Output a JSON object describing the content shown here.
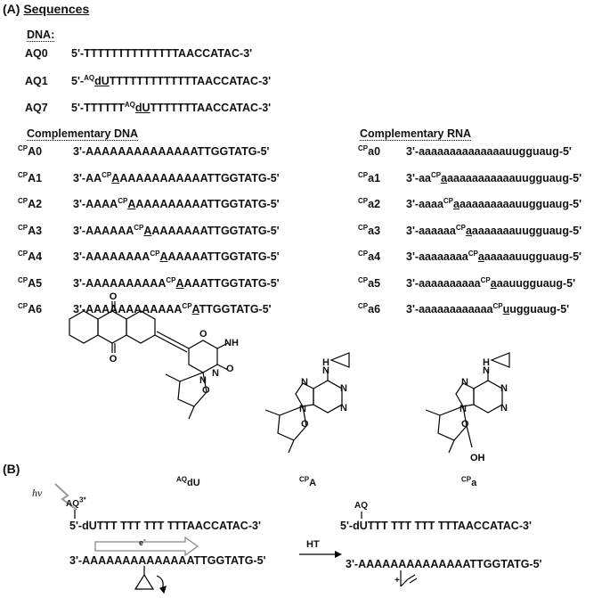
{
  "section_a": {
    "marker": "(A)",
    "title": "Sequences"
  },
  "dna": {
    "header": "DNA:",
    "rows": [
      {
        "id": "AQ0",
        "pre": "5'-TTTTTTTTTTTTTTAACCATAC-3'"
      },
      {
        "id": "AQ1",
        "pre": "5'-",
        "sup": "AQ",
        "mod": "dU",
        "post": "TTTTTTTTTTTTTAACCATAC-3'"
      },
      {
        "id": "AQ7",
        "pre": "5'-TTTTTT",
        "sup": "AQ",
        "mod": "dU",
        "post": "TTTTTTTAACCATAC-3'"
      }
    ]
  },
  "comp_dna": {
    "header": "Complementary DNA",
    "rows": [
      {
        "sup_id": "CP",
        "id": "A0",
        "pre": "3'-AAAAAAAAAAAAAATTGGTATG-5'"
      },
      {
        "sup_id": "CP",
        "id": "A1",
        "pre": "3'-AA",
        "sup": "CP",
        "mod": "A",
        "post": "AAAAAAAAAAATTGGTATG-5'"
      },
      {
        "sup_id": "CP",
        "id": "A2",
        "pre": "3'-AAAA",
        "sup": "CP",
        "mod": "A",
        "post": "AAAAAAAAATTGGTATG-5'"
      },
      {
        "sup_id": "CP",
        "id": "A3",
        "pre": "3'-AAAAAA",
        "sup": "CP",
        "mod": "A",
        "post": "AAAAAAATTGGTATG-5'"
      },
      {
        "sup_id": "CP",
        "id": "A4",
        "pre": "3'-AAAAAAAA",
        "sup": "CP",
        "mod": "A",
        "post": "AAAAATTGGTATG-5'"
      },
      {
        "sup_id": "CP",
        "id": "A5",
        "pre": "3'-AAAAAAAAAA",
        "sup": "CP",
        "mod": "A",
        "post": "AAATTGGTATG-5'"
      },
      {
        "sup_id": "CP",
        "id": "A6",
        "pre": "3'-AAAAAAAAAAAA",
        "sup": "CP",
        "mod": "A",
        "post": "TTGGTATG-5'"
      }
    ]
  },
  "comp_rna": {
    "header": "Complementary RNA",
    "rows": [
      {
        "sup_id": "CP",
        "id": "a0",
        "pre": "3'-aaaaaaaaaaaaaauugguaug-5'"
      },
      {
        "sup_id": "CP",
        "id": "a1",
        "pre": "3'-aa",
        "sup": "CP",
        "mod": "a",
        "post": "aaaaaaaaaaauugguaug-5'"
      },
      {
        "sup_id": "CP",
        "id": "a2",
        "pre": "3'-aaaa",
        "sup": "CP",
        "mod": "a",
        "post": "aaaaaaaaauugguaug-5'"
      },
      {
        "sup_id": "CP",
        "id": "a3",
        "pre": "3'-aaaaaa",
        "sup": "CP",
        "mod": "a",
        "post": "aaaaaaauugguaug-5'"
      },
      {
        "sup_id": "CP",
        "id": "a4",
        "pre": "3'-aaaaaaaa",
        "sup": "CP",
        "mod": "a",
        "post": "aaaaauugguaug-5'"
      },
      {
        "sup_id": "CP",
        "id": "a5",
        "pre": "3'-aaaaaaaaaa",
        "sup": "CP",
        "mod": "a",
        "post": "aauugguaug-5'"
      },
      {
        "sup_id": "CP",
        "id": "a6",
        "pre": "3'-aaaaaaaaaaaa",
        "sup": "CP",
        "mod": "u",
        "post": "ugguaug-5'"
      }
    ]
  },
  "structures": {
    "aqdu": {
      "sup": "AQ",
      "name": "dU"
    },
    "cpa_dna": {
      "sup": "CP",
      "name": "A"
    },
    "cpa_rna": {
      "sup": "CP",
      "name": "a"
    },
    "atoms": {
      "O": "O",
      "N": "N",
      "H": "H",
      "NH": "NH",
      "OH": "OH"
    }
  },
  "section_b": {
    "marker": "(B)",
    "hv": "hν",
    "aq_excited": "AQ",
    "aq_excited_sup": "3*",
    "aq": "AQ",
    "top_left": "5'-dUTTT TTT TTT TTTAACCATAC-3'",
    "bottom_left": "3'-AAAAAAAAAAAAAATTGGTATG-5'",
    "electron": "e",
    "electron_sup": "-",
    "arrow_label": "HT",
    "top_right": "5'-dUTTT TTT TTT TTTAACCATAC-3'",
    "bottom_right": "3'-AAAAAAAAAAAAAATTGGTATG-5'",
    "plus": "+"
  }
}
